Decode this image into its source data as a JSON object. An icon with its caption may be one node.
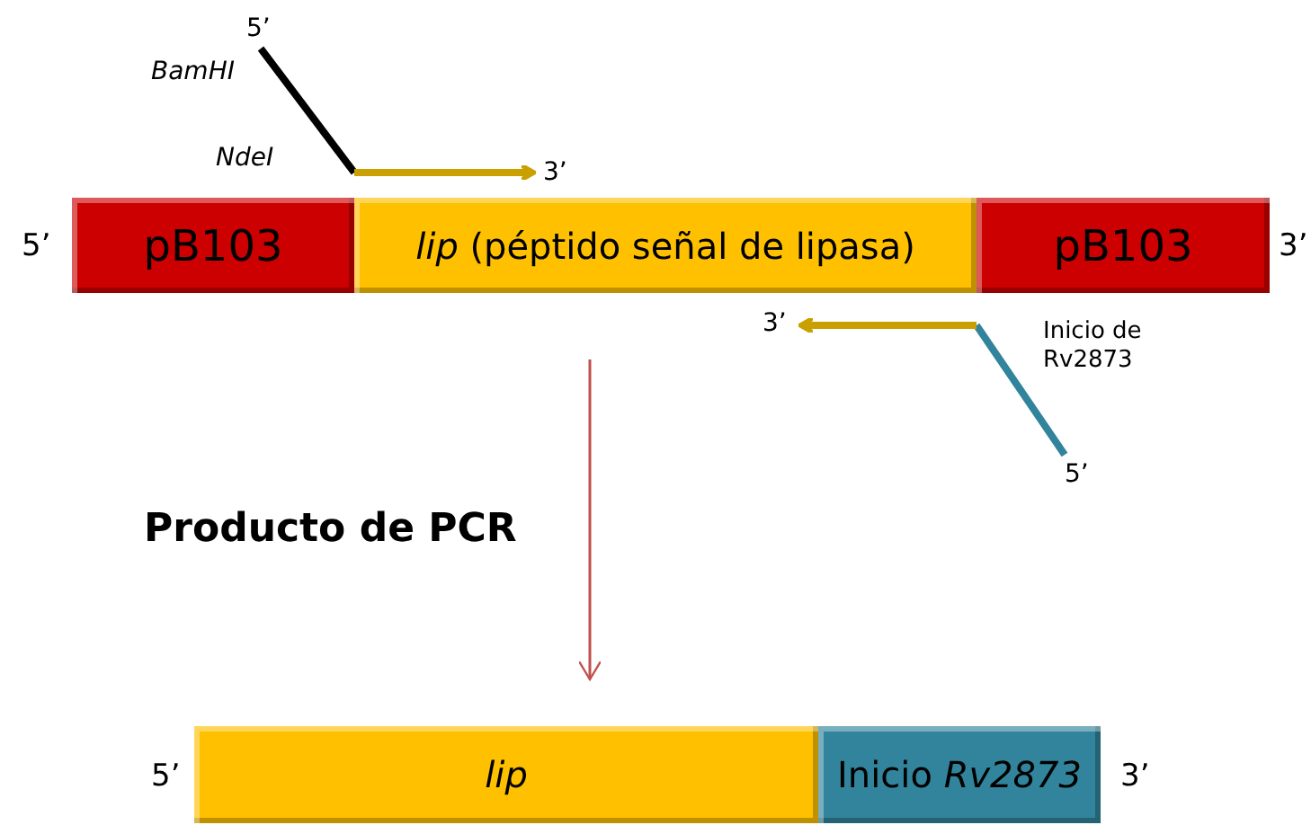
{
  "diagram": {
    "nodes": [
      {
        "text": [
          "pB103"
        ]
      },
      {
        "text": [
          "*lip* (péptido señal de lipasa)"
        ]
      },
      {
        "text": [
          "pB103"
        ]
      },
      {
        "text": [
          "lip"
        ]
      },
      {
        "text": [
          "Inicio *Rv2873*"
        ]
      }
    ],
    "edges": [
      {
        "from": null,
        "to": 3,
        "arrow": "to"
      }
    ],
    "labels": [
      "5’",
      "BamHI",
      "NdeI",
      "3’",
      "5’",
      "3’",
      "3’",
      "Inicio de Rv2873",
      "5’",
      "Producto de PCR",
      "5’",
      "3’"
    ]
  }
}
